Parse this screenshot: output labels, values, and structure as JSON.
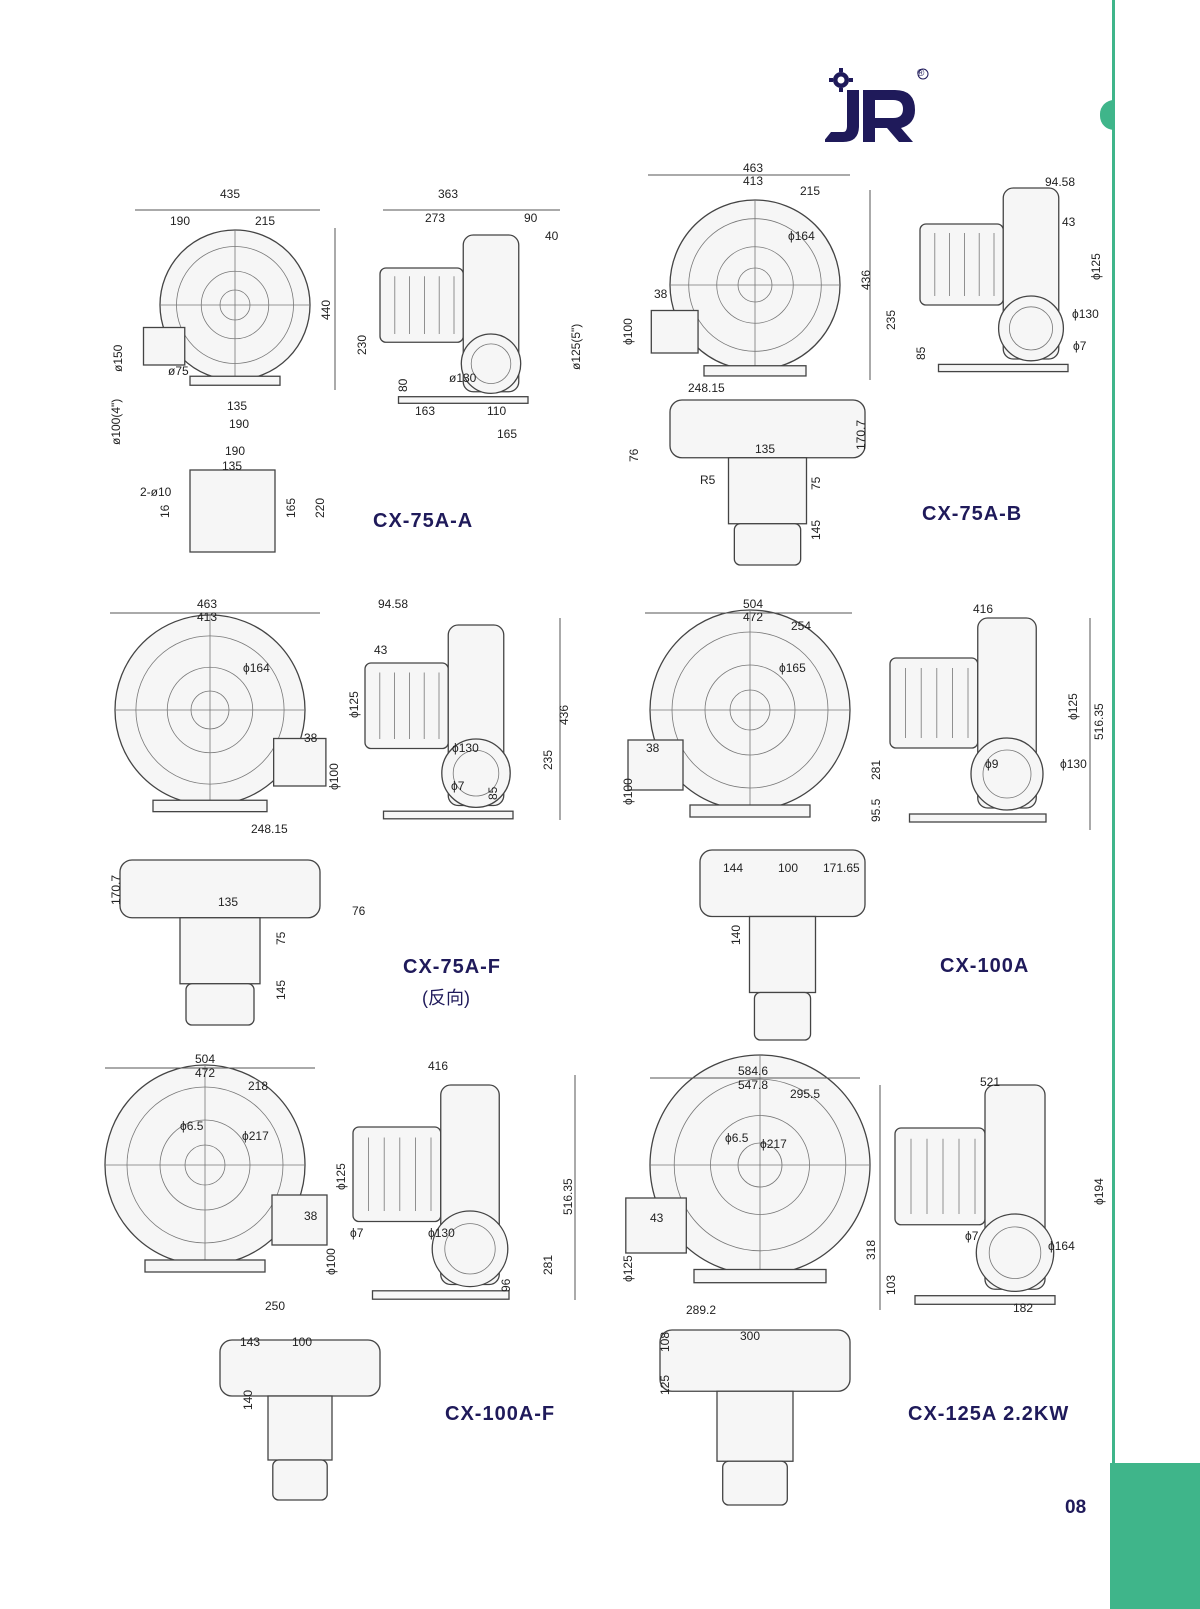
{
  "page_number": "08",
  "brand": {
    "logo_name": "JR-logo-icon",
    "registered_mark": "®",
    "logo_color": "#1f1a5a",
    "accent_color": "#3fb58a"
  },
  "models": [
    {
      "id": "cx75aa",
      "label": "CX-75A-A",
      "dims": [
        "435",
        "190",
        "215",
        "440",
        "363",
        "273",
        "90",
        "40",
        "230",
        "80",
        "163",
        "110",
        "165",
        "135",
        "190",
        "ø150",
        "ø75",
        "ø100(4\")",
        "ø130",
        "ø125(5\")",
        "190",
        "135",
        "2-ø10",
        "16",
        "165",
        "220"
      ]
    },
    {
      "id": "cx75ab",
      "label": "CX-75A-B",
      "dims": [
        "463",
        "413",
        "215",
        "ϕ164",
        "94.58",
        "43",
        "436",
        "235",
        "85",
        "ϕ125",
        "ϕ130",
        "ϕ7",
        "38",
        "ϕ100",
        "248.15",
        "76",
        "135",
        "170.7",
        "R5",
        "75",
        "145"
      ]
    },
    {
      "id": "cx75af",
      "label": "CX-75A-F",
      "sublabel": "(反向)",
      "dims": [
        "463",
        "413",
        "ϕ164",
        "38",
        "ϕ100",
        "248.15",
        "94.58",
        "43",
        "ϕ125",
        "ϕ130",
        "ϕ7",
        "436",
        "235",
        "85",
        "170.7",
        "135",
        "76",
        "75",
        "145"
      ]
    },
    {
      "id": "cx100a",
      "label": "CX-100A",
      "dims": [
        "504",
        "472",
        "254",
        "ϕ165",
        "38",
        "ϕ100",
        "416",
        "ϕ125",
        "516.35",
        "ϕ9",
        "ϕ130",
        "281",
        "95.5",
        "144",
        "100",
        "171.65",
        "140"
      ]
    },
    {
      "id": "cx100af",
      "label": "CX-100A-F",
      "dims": [
        "504",
        "472",
        "218",
        "ϕ6.5",
        "ϕ217",
        "38",
        "ϕ100",
        "250",
        "416",
        "ϕ125",
        "516.35",
        "ϕ7",
        "ϕ130",
        "281",
        "96",
        "143",
        "100",
        "140"
      ]
    },
    {
      "id": "cx125a",
      "label": "CX-125A 2.2KW",
      "dims": [
        "584.6",
        "547.8",
        "295.5",
        "ϕ6.5",
        "ϕ217",
        "43",
        "ϕ125",
        "289.2",
        "521",
        "ϕ194",
        "ϕ7",
        "ϕ164",
        "318",
        "103",
        "182",
        "108",
        "300",
        "125"
      ]
    }
  ]
}
